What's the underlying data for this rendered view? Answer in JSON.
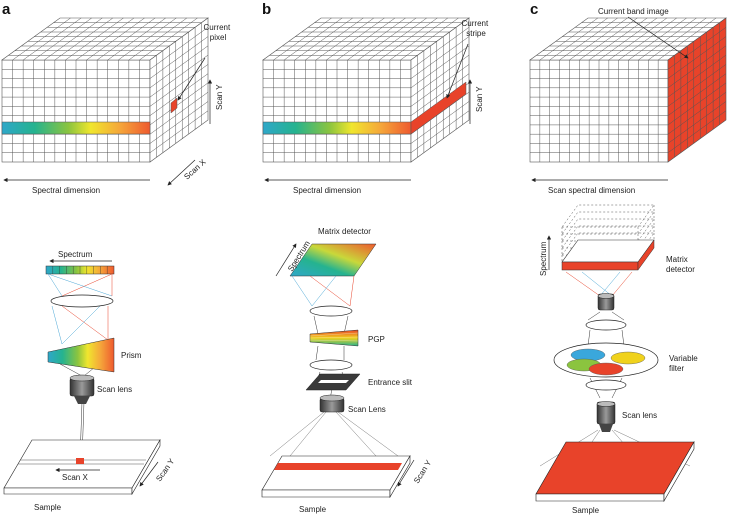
{
  "panels": [
    {
      "letter": "a",
      "top_labels": {
        "current": "Current\npixel",
        "scan_y": "Scan Y",
        "scan_x": "Scan X",
        "spectral": "Spectral dimension"
      },
      "bottom_labels": {
        "spectrum": "Spectrum",
        "prism": "Prism",
        "scan_lens": "Scan lens",
        "scan_y": "Scan Y",
        "scan_x": "Scan X",
        "sample": "Sample"
      }
    },
    {
      "letter": "b",
      "top_labels": {
        "current": "Current\nstripe",
        "scan_y": "Scan Y",
        "spectral": "Spectral dimension"
      },
      "bottom_labels": {
        "matrix": "Matrix detector",
        "spectrum": "Spectrum",
        "pgp": "PGP",
        "slit": "Entrance slit",
        "scan_lens": "Scan Lens",
        "scan_y": "Scan Y",
        "sample": "Sample"
      }
    },
    {
      "letter": "c",
      "top_labels": {
        "current": "Current band image",
        "spectral": "Scan spectral dimension"
      },
      "bottom_labels": {
        "spectrum": "Spectrum",
        "matrix": "Matrix\ndetector",
        "filter": "Variable\nfilter",
        "scan_lens": "Scan lens",
        "sample": "Sample"
      }
    }
  ],
  "colors": {
    "red": "#e8432a",
    "grid": "#555555",
    "spectrum_stops": [
      "#2fa7c9",
      "#25b38f",
      "#8bc43f",
      "#f0e62e",
      "#f5a53a",
      "#ee5a2f"
    ],
    "filter_colors": [
      "#3aa7dc",
      "#f0d21c",
      "#8bc43f",
      "#e8432a"
    ]
  }
}
